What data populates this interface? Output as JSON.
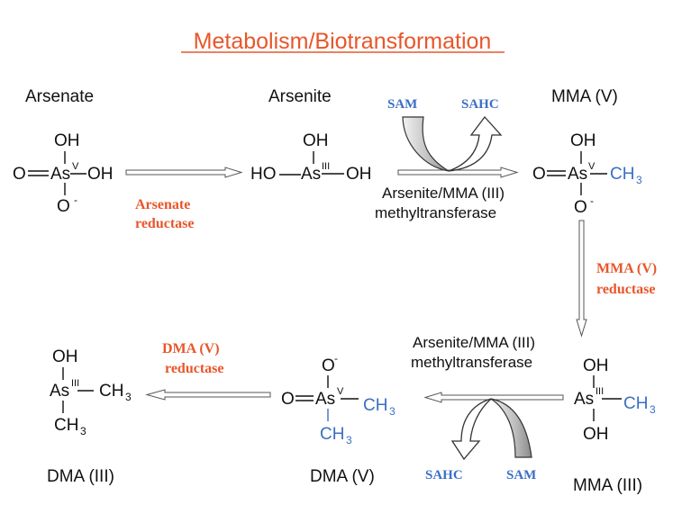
{
  "title": "Metabolism/Biotransformation",
  "colors": {
    "title": "#e8562a",
    "enzyme": "#e8562a",
    "cofactor": "#3b6fc4",
    "methyl": "#3b6fc4",
    "text": "#111111"
  },
  "compounds": {
    "arsenate": {
      "name": "Arsenate",
      "top": "OH",
      "left": "O",
      "center": "As",
      "ox": "V",
      "right": "OH",
      "bottom": "O",
      "bottom_sup": "-"
    },
    "arsenite": {
      "name": "Arsenite",
      "top": "OH",
      "left": "HO",
      "center": "As",
      "ox": "III",
      "right": "OH"
    },
    "mma_v": {
      "name": "MMA (V)",
      "top": "OH",
      "left": "O",
      "center": "As",
      "ox": "V",
      "right": "CH",
      "right_sub": "3",
      "bottom": "O",
      "bottom_sup": "-"
    },
    "mma_iii": {
      "name": "MMA (III)",
      "top": "OH",
      "center": "As",
      "ox": "III",
      "right": "CH",
      "right_sub": "3",
      "bottom": "OH"
    },
    "dma_v": {
      "name": "DMA (V)",
      "top": "O",
      "top_sup": "-",
      "left": "O",
      "center": "As",
      "ox": "V",
      "right": "CH",
      "right_sub": "3",
      "bottom": "CH",
      "bottom_sub": "3"
    },
    "dma_iii": {
      "name": "DMA (III)",
      "top": "OH",
      "center": "As",
      "ox": "III",
      "right": "CH",
      "right_sub": "3",
      "bottom": "CH",
      "bottom_sub": "3"
    }
  },
  "enzymes": {
    "arsenate_reductase": [
      "Arsenate",
      "reductase"
    ],
    "methyltransferase_1": [
      "Arsenite/MMA (III)",
      "methyltransferase"
    ],
    "mma_reductase": [
      "MMA (V)",
      "reductase"
    ],
    "methyltransferase_2": [
      "Arsenite/MMA (III)",
      "methyltransferase"
    ],
    "dma_reductase": [
      "DMA (V)",
      "reductase"
    ]
  },
  "cofactors": {
    "sam_1": "SAM",
    "sahc_1": "SAHC",
    "sam_2": "SAM",
    "sahc_2": "SAHC"
  }
}
